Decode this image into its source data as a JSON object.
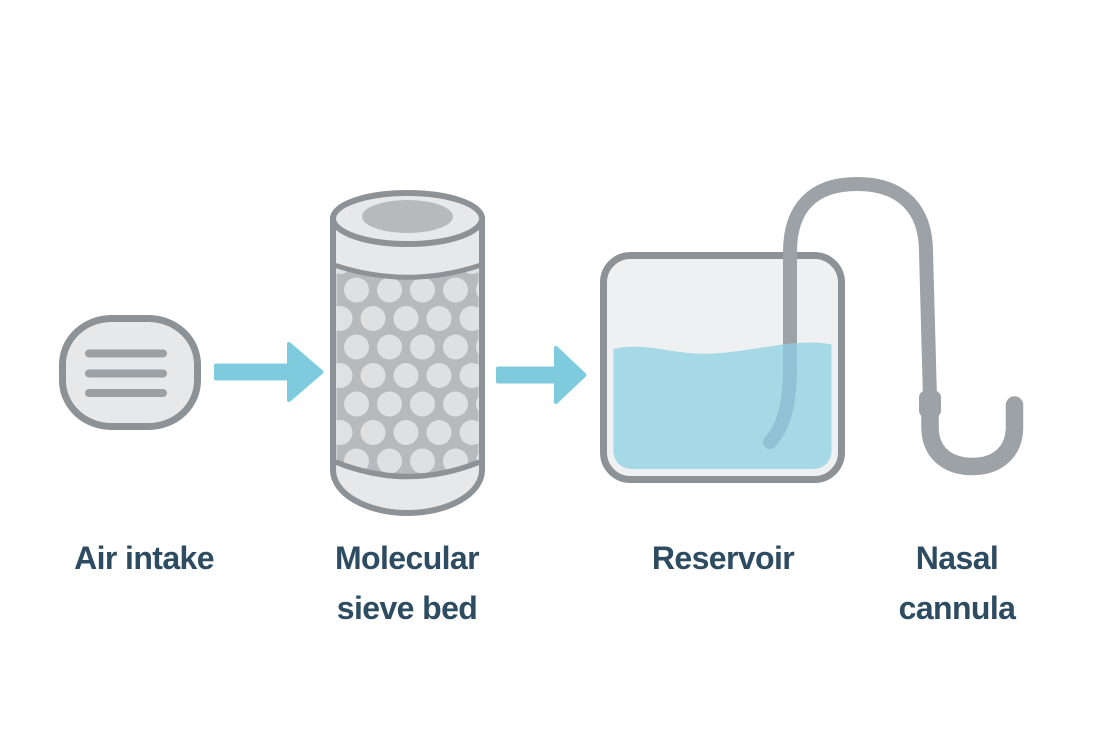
{
  "diagram": {
    "type": "flow-diagram",
    "background": "#FFFFFF",
    "steps": [
      {
        "id": "air-intake",
        "icon": "air-intake-icon",
        "label_lines": [
          "Air intake",
          ""
        ]
      },
      {
        "id": "molecular-sieve-bed",
        "icon": "molecular-sieve-bed-icon",
        "label_lines": [
          "Molecular",
          "sieve bed"
        ]
      },
      {
        "id": "reservoir",
        "icon": "reservoir-icon",
        "label_lines": [
          "Reservoir",
          ""
        ]
      },
      {
        "id": "nasal-cannula",
        "icon": "nasal-cannula-icon",
        "label_lines": [
          "Nasal",
          "cannula"
        ]
      }
    ],
    "connectors": [
      {
        "id": "flow-arrow-1",
        "from": "air-intake",
        "to": "molecular-sieve-bed"
      },
      {
        "id": "flow-arrow-2",
        "from": "molecular-sieve-bed",
        "to": "reservoir"
      }
    ],
    "colors": {
      "outline_grey": "#8D9297",
      "fill_light_grey": "#E7E8E9",
      "mid_grey": "#B7BABD",
      "honeycomb_dot": "#DFE0E2",
      "bar_grey": "#9BA0A4",
      "tube_grey": "#9DA2A6",
      "tube_submerged": "#8FC2D4",
      "arrow_blue": "#7ECBDE",
      "liquid_blue": "#A6D9E6",
      "reservoir_fill": "#EFF0F1",
      "label_navy": "#2E4C61"
    }
  }
}
